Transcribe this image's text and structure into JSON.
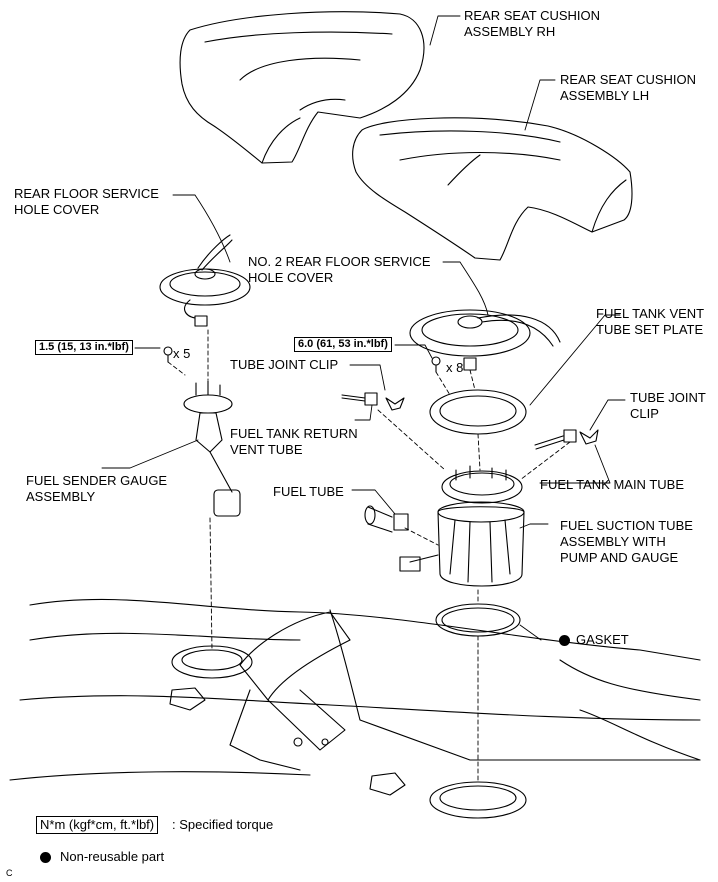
{
  "labels": {
    "rear_seat_rh": "REAR SEAT CUSHION\nASSEMBLY RH",
    "rear_seat_lh": "REAR SEAT CUSHION\nASSEMBLY LH",
    "rear_floor_service_hole_cover": "REAR FLOOR SERVICE\nHOLE COVER",
    "no2_rear_floor_service_hole_cover": "NO. 2 REAR FLOOR SERVICE\nHOLE COVER",
    "fuel_tank_vent_tube_set_plate": "FUEL TANK VENT\nTUBE SET PLATE",
    "tube_joint_clip_center": "TUBE JOINT CLIP",
    "tube_joint_clip_right": "TUBE JOINT\nCLIP",
    "fuel_tank_return_vent_tube": "FUEL TANK RETURN\nVENT TUBE",
    "fuel_tank_main_tube": "FUEL TANK MAIN TUBE",
    "fuel_sender_gauge_assembly": "FUEL SENDER GAUGE\nASSEMBLY",
    "fuel_tube": "FUEL TUBE",
    "fuel_suction_tube_assembly": "FUEL SUCTION TUBE\nASSEMBLY WITH\nPUMP AND GAUGE",
    "gasket": "GASKET"
  },
  "torques": {
    "sender_screws": "1.5 (15, 13 in.*lbf)",
    "plate_screws": "6.0 (61, 53 in.*lbf)"
  },
  "quantities": {
    "sender_screws": "x 5",
    "plate_screws": "x 8"
  },
  "legend": {
    "torque_unit": "N*m (kgf*cm, ft.*lbf)",
    "torque_desc": ": Specified torque",
    "nonreusable": "Non-reusable part"
  },
  "figure_mark": "C"
}
